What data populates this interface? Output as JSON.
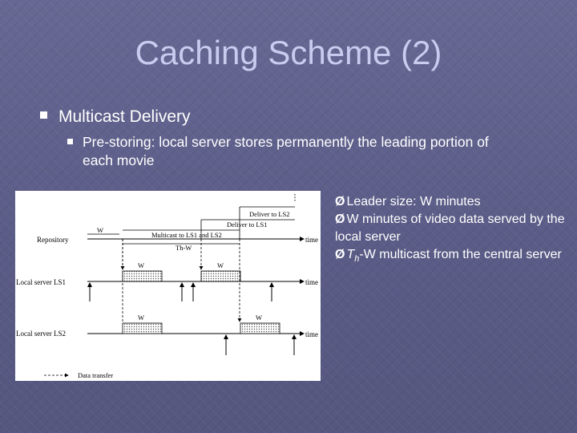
{
  "slide": {
    "title": "Caching Scheme (2)",
    "bullet1": "Multicast Delivery",
    "bullet2_line1": "Pre-storing: local server stores permanently the leading portion of",
    "bullet2_line2": "each movie",
    "notes": [
      {
        "arrow": "Ø",
        "text": "Leader size: W minutes"
      },
      {
        "arrow": "Ø",
        "text": "W minutes of video data served by the local server"
      },
      {
        "arrow": "Ø",
        "pre": "T",
        "sub": "h",
        "post": "-W multicast from the central server"
      }
    ]
  },
  "figure": {
    "rows": [
      "Repository",
      "Local server LS1",
      "Local server LS2"
    ],
    "time_label": "time",
    "labels": {
      "deliver_ls2": "Deliver to LS2",
      "deliver_ls1": "Deliver to LS1",
      "multicast": "Multicast to LS1 and LS2",
      "th_w": "Th-W",
      "w": "W"
    },
    "legend": "Data transfer"
  }
}
